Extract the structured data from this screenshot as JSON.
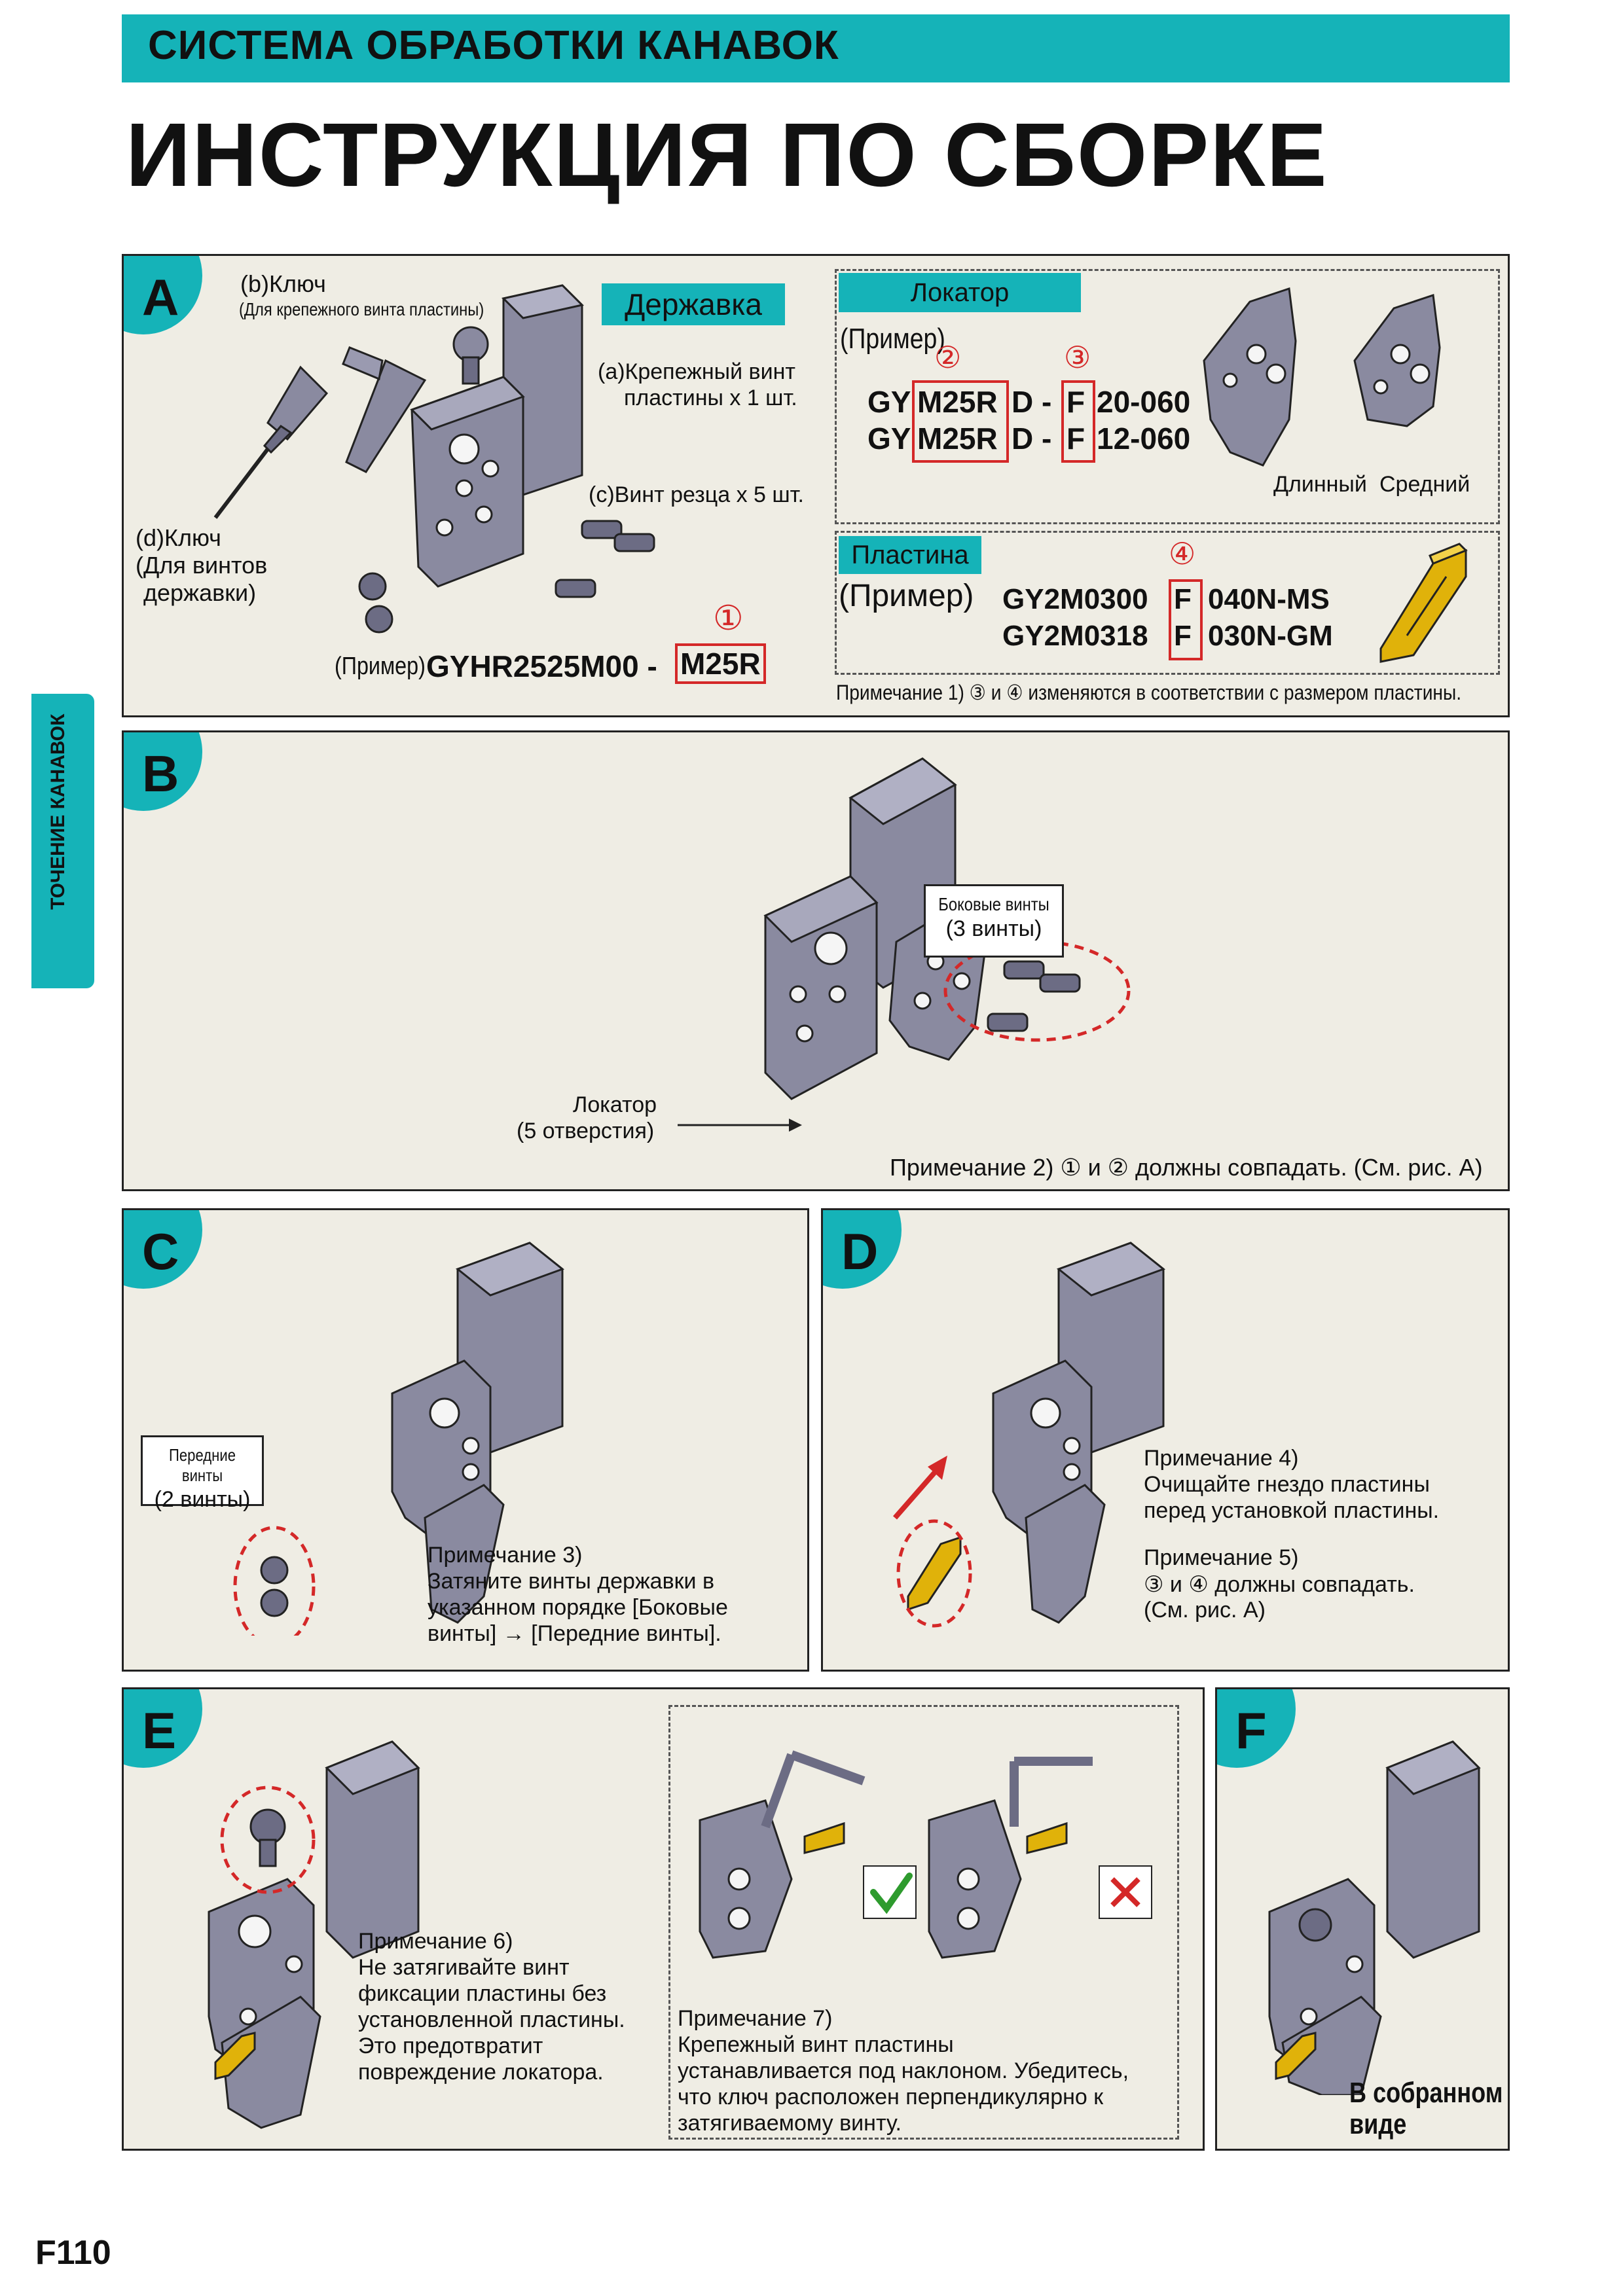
{
  "header": {
    "category": "СИСТЕМА ОБРАБОТКИ КАНАВОК",
    "title": "ИНСТРУКЦИЯ ПО СБОРКЕ"
  },
  "side_tab": "ТОЧЕНИЕ КАНАВОК",
  "panel_a": {
    "letter": "A",
    "key_b": "(b)Ключ",
    "key_b_sub": "(Для крепежного винта пластины)",
    "holder_label": "Державка",
    "screw_a_line1": "(a)Крепежный винт",
    "screw_a_line2": "пластины x 1 шт.",
    "screw_c": "(c)Винт резца x 5 шт.",
    "key_d_line1": "(d)Ключ",
    "key_d_line2": "(Для винтов",
    "key_d_line3": "державки)",
    "example_prefix": "(Пример)",
    "holder_code_main": "GYHR2525M00 -",
    "holder_code_box": "M25R",
    "circle1": "①",
    "locator_label": "Локатор",
    "locator_example": "(Пример)",
    "circle2": "②",
    "circle3": "③",
    "loc_row1_gy": "GY",
    "loc_row1_m": "M25R",
    "loc_row1_d": "D -",
    "loc_row1_f": "F",
    "loc_row1_end": "20-060",
    "loc_row2_gy": "GY",
    "loc_row2_m": "M25R",
    "loc_row2_d": "D -",
    "loc_row2_f": "F",
    "loc_row2_end": "12-060",
    "long": "Длинный",
    "medium": "Средний",
    "insert_label": "Пластина",
    "circle4": "④",
    "insert_example": "(Пример)",
    "ins_row1_a": "GY2M0300",
    "ins_row1_f": "F",
    "ins_row1_b": "040N-MS",
    "ins_row2_a": "GY2M0318",
    "ins_row2_f": "F",
    "ins_row2_b": "030N-GM",
    "note1": "Примечание 1) ③ и ④ изменяются в соответствии с размером пластины."
  },
  "panel_b": {
    "letter": "B",
    "side_screws_line1": "Боковые винты",
    "side_screws_line2": "(3 винты)",
    "locator_line1": "Локатор",
    "locator_line2": "(5 отверстия)",
    "note2": "Примечание 2) ① и ② должны совпадать. (См. рис. A)"
  },
  "panel_c": {
    "letter": "C",
    "front_screws_line1": "Передние винты",
    "front_screws_line2": "(2 винты)",
    "note3_title": "Примечание 3)",
    "note3_l1": "Затяните винты  державки  в",
    "note3_l2": "указанном порядке [Боковые",
    "note3_l3": "винты] → [Передние винты]."
  },
  "panel_d": {
    "letter": "D",
    "note4_title": "Примечание 4)",
    "note4_l1": "Очищайте гнездо пластины",
    "note4_l2": "перед установкой пластины.",
    "note5_title": "Примечание 5)",
    "note5_l1": "③ и ④ должны совпадать.",
    "note5_l2": "(См. рис. A)"
  },
  "panel_e": {
    "letter": "E",
    "note6_title": "Примечание 6)",
    "note6_l1": "Не затягивайте винт",
    "note6_l2": "фиксации пластины без",
    "note6_l3": "установленной пластины.",
    "note6_l4": "Это предотвратит",
    "note6_l5": "повреждение локатора.",
    "note7_title": "Примечание 7)",
    "note7_l1": "Крепежный винт пластины",
    "note7_l2": "устанавливается под наклоном. Убедитесь,",
    "note7_l3": "что ключ расположен перпендикулярно к",
    "note7_l4": "затягиваемому винту."
  },
  "panel_f": {
    "letter": "F",
    "assembled_l1": "В собранном",
    "assembled_l2": "виде"
  },
  "footer": {
    "page": "F110"
  },
  "colors": {
    "accent": "#15b3b8",
    "panel_bg": "#efede4",
    "tool": "#8a8aa0",
    "insert": "#e0b20a",
    "red": "#d42828",
    "green": "#2e9b2e"
  }
}
